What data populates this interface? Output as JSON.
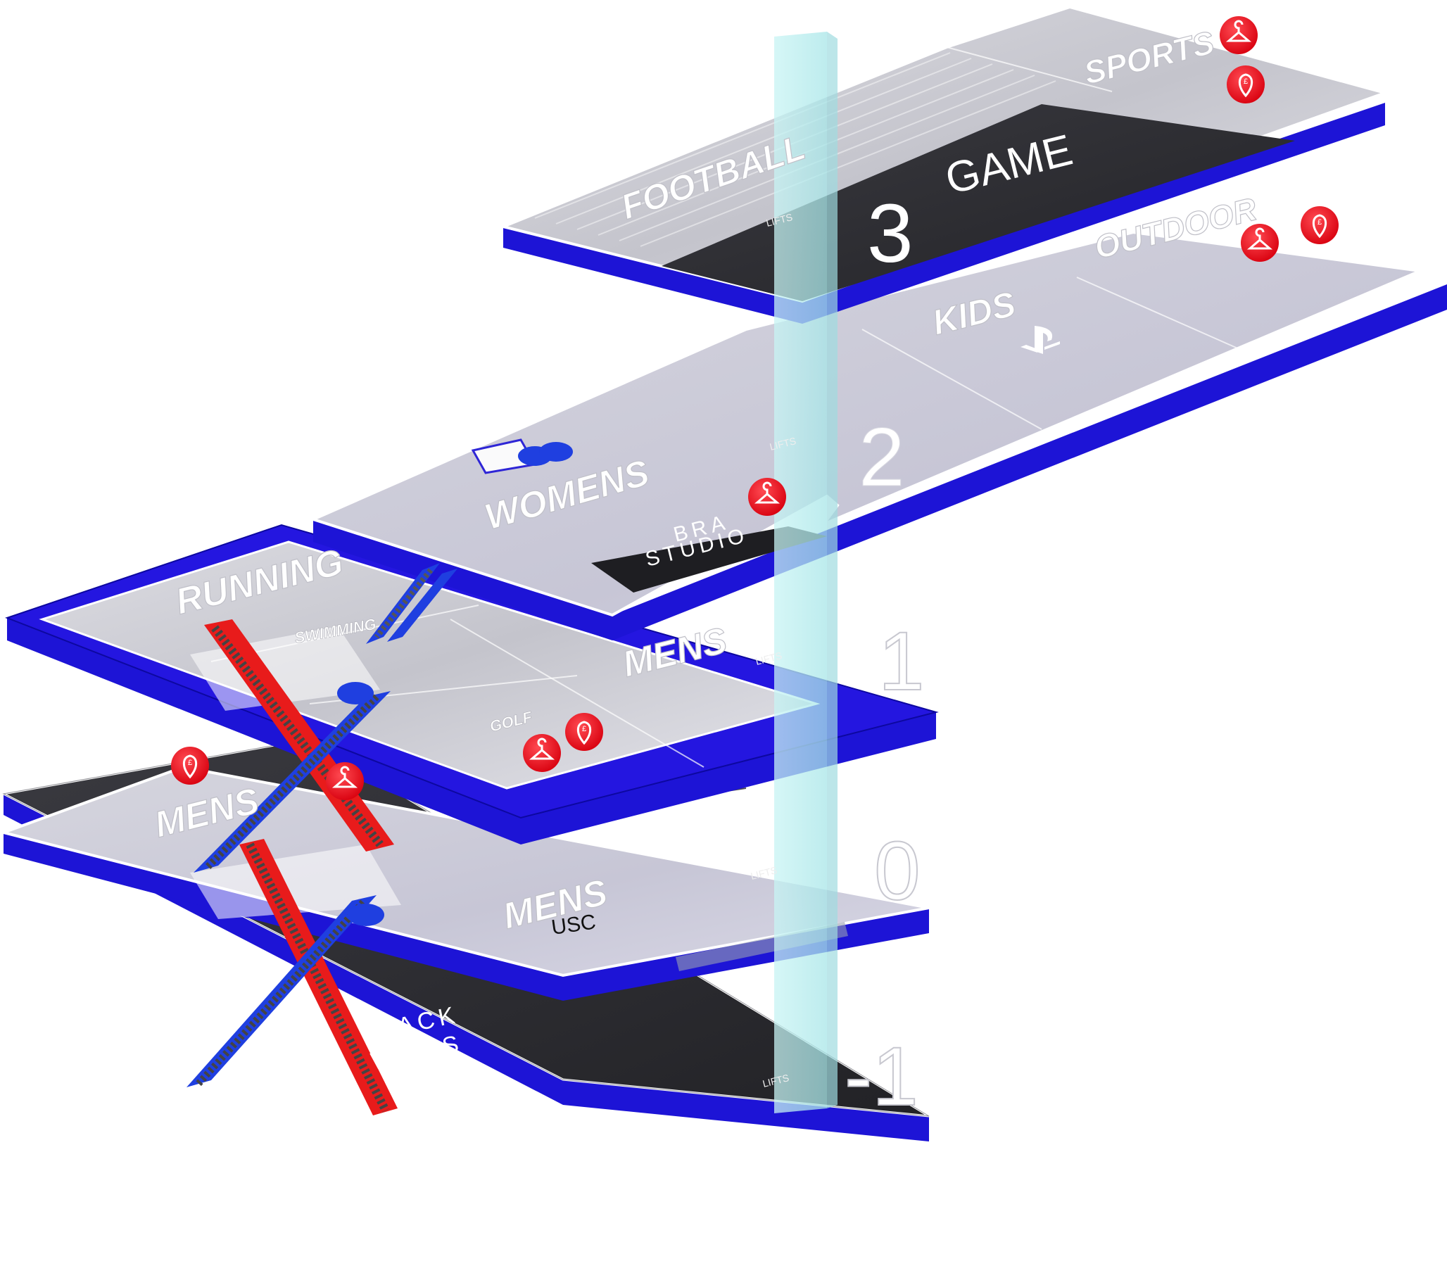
{
  "floors": [
    {
      "number": "3",
      "zones": [
        {
          "name": "FOOTBALL"
        },
        {
          "name": "GAME"
        },
        {
          "name": "SPORTS"
        }
      ],
      "lifts": "LIFTS"
    },
    {
      "number": "2",
      "zones": [
        {
          "name": "OUTDOOR"
        },
        {
          "name": "KIDS"
        },
        {
          "name": "WOMENS"
        },
        {
          "name": "BRA STUDIO",
          "lines": [
            "BRA",
            "STUDIO"
          ]
        }
      ],
      "lifts": "LIFTS"
    },
    {
      "number": "1",
      "zones": [
        {
          "name": "RUNNING"
        },
        {
          "name": "SWIMMING"
        },
        {
          "name": "MENS"
        },
        {
          "name": "GOLF"
        }
      ],
      "lifts": "LIFTS"
    },
    {
      "number": "0",
      "zones": [
        {
          "name": "MENS"
        },
        {
          "name": "MENS"
        }
      ],
      "lifts": "LIFTS"
    },
    {
      "number": "-1",
      "zones": [
        {
          "name": "JACK WILLS",
          "lines": [
            "JACK",
            "WILLS"
          ]
        },
        {
          "name": "USC"
        }
      ],
      "lifts": "LIFTS"
    }
  ],
  "icons": {
    "fitting_room": "hanger-icon",
    "till": "pound-location-pin-icon",
    "console": "playstation-logo-icon",
    "escalator": "escalator-icon",
    "lift": "lift-shaft-icon"
  },
  "colors": {
    "accent_blue": "#1a12d8",
    "marker_red": "#e8101e",
    "floor_light": "#c9c9cf",
    "floor_dark": "#2c2c30",
    "lift_shaft": "#bfeff0",
    "escalator_up": "#1f3fe0",
    "escalator_down": "#e81b1b"
  }
}
